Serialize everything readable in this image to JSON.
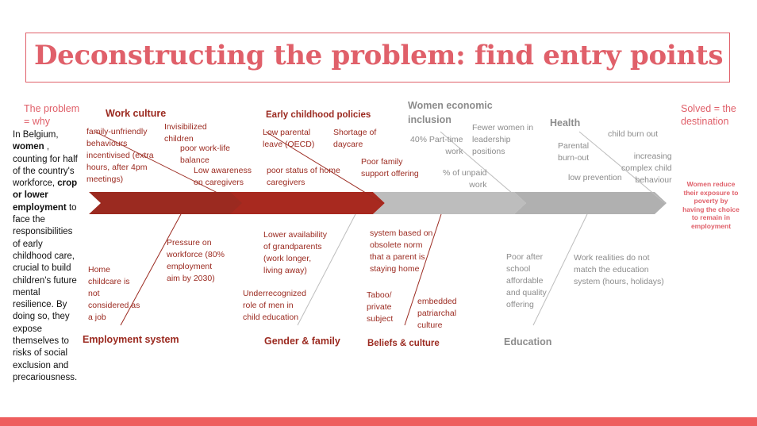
{
  "title": "Deconstructing the problem: find entry points",
  "left_heading": "The problem\n= why",
  "right_heading": "Solved = the\ndestination",
  "problem_text": {
    "p1": "In Belgium, ",
    "p2": "women",
    "p3": " , counting for half of the country's workforce, ",
    "p4": "crop or lower employment",
    "p5": " to face the responsibilities of early childhood care, crucial to build children's future mental resilience. By doing so, they expose themselves to risks of social exclusion and precariousness."
  },
  "destination_text": "Women reduce their exposure to poverty by having the choice to remain in employment",
  "categories_top": {
    "work_culture": "Work culture",
    "early_childhood": "Early childhood policies",
    "women_economic": "Women economic\ninclusion",
    "health": "Health"
  },
  "categories_bottom": {
    "employment": "Employment system",
    "gender_family": "Gender & family",
    "beliefs": "Beliefs & culture",
    "education": "Education"
  },
  "causes": {
    "family_unfriendly": "family-unfriendly\nbehaviours\nincentivised (extra\nhours, after 4pm\nmeetings)",
    "invisibilized": "Invisibilized\nchildren",
    "poor_balance": "poor work-life\nbalance",
    "low_awareness": "Low awareness\non caregivers",
    "low_parental_leave": "Low parental\nleave (OECD)",
    "shortage_daycare": "Shortage of\ndaycare",
    "poor_status": "poor status of home\ncaregivers",
    "poor_family_support": "Poor family\nsupport offering",
    "part_time": "40% Part-time\nwork",
    "fewer_women": "Fewer women in\nleadership\npositions",
    "unpaid_work": "% of unpaid\nwork",
    "parental_burnout": "Parental\nburn-out",
    "child_burnout": "child burn out",
    "low_prevention": "low prevention",
    "complex_behaviour": "increasing\ncomplex child\nbehaviour",
    "home_childcare": "Home\nchildcare is\nnot\nconsidered as\na job",
    "pressure_workforce": "Pressure on\nworkforce (80%\nemployment\naim by 2030)",
    "grandparents": "Lower availability\nof grandparents\n(work longer,\nliving away)",
    "men_role": "Underrecognized\nrole of men in\nchild education",
    "obsolete_norm": "system based on\nobsolete norm\nthat a parent is\nstaying home",
    "taboo": "Taboo/\nprivate\nsubject",
    "patriarchal": "embedded\npatriarchal\nculture",
    "after_school": "Poor after\nschool\naffordable\nand quality\noffering",
    "work_realities": "Work realities do not\nmatch the education\nsystem (hours, holidays)"
  },
  "colors": {
    "accent": "#e0606a",
    "dark_red": "#9b2a20",
    "grey": "#8c8c8c",
    "bottom_bar": "#ee5e5e"
  }
}
